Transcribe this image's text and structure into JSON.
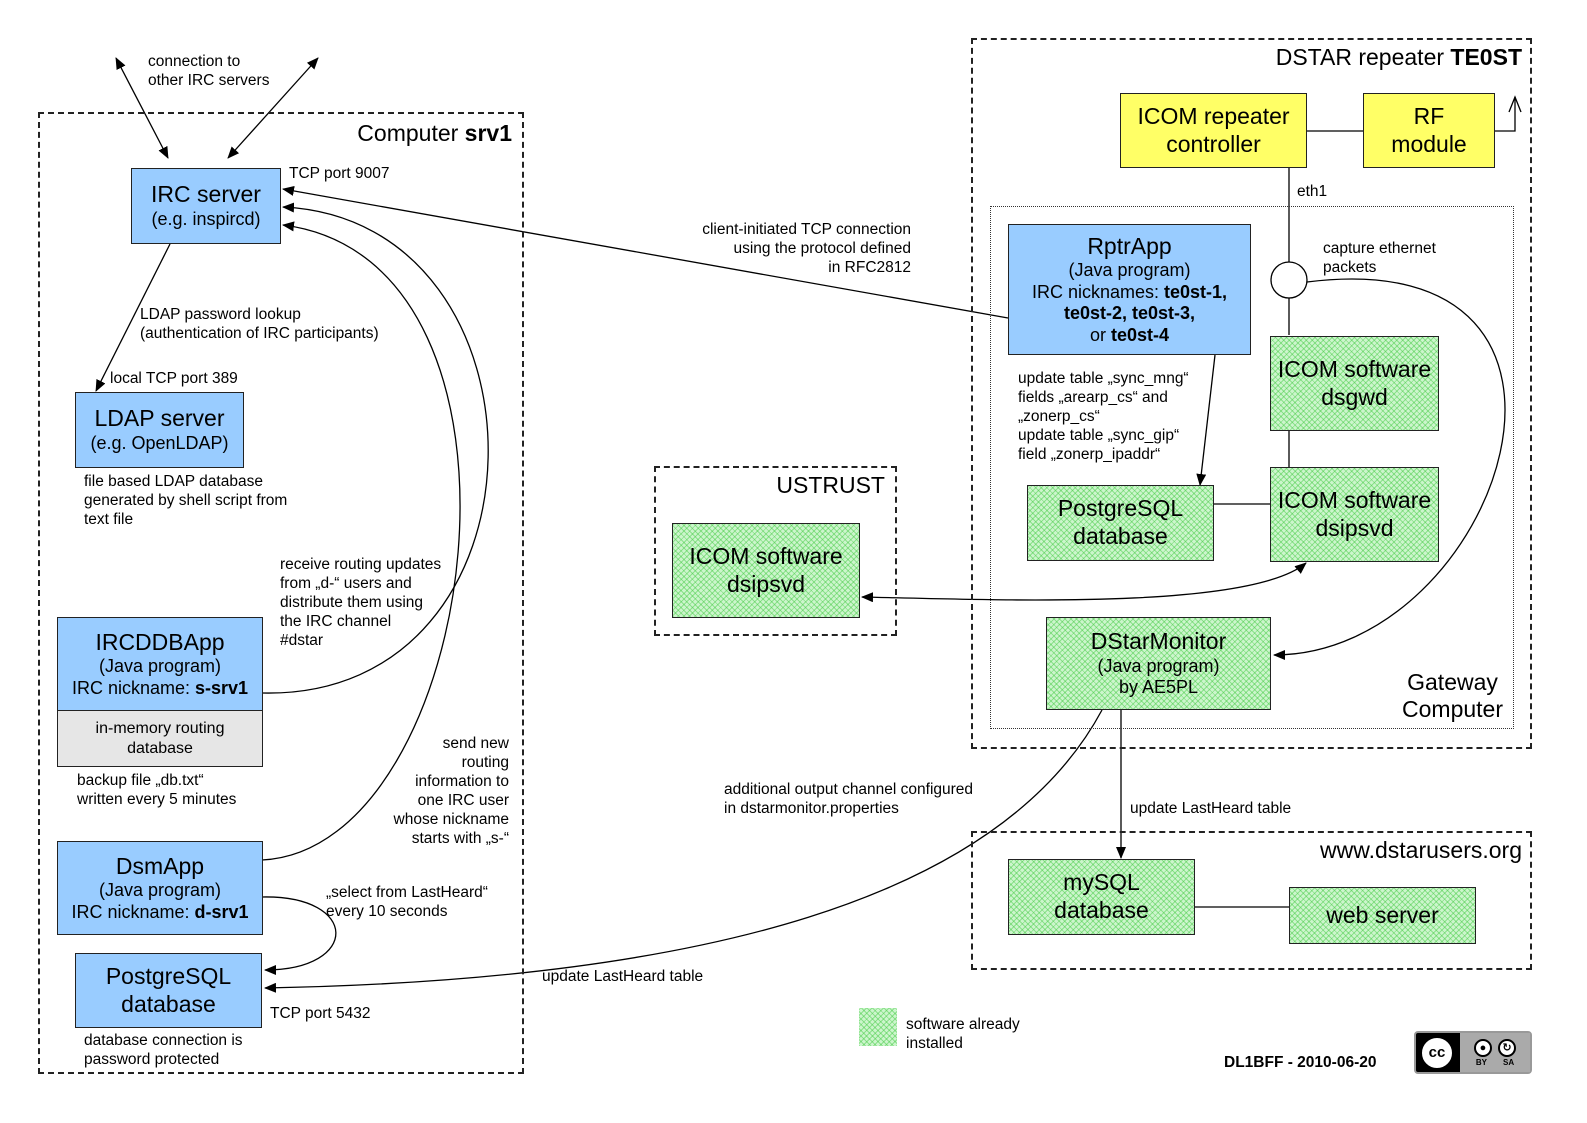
{
  "colors": {
    "blue_box": "#99ccff",
    "yellow_box": "#ffff66",
    "green_box": "#ccf5cc",
    "gray_box": "#e6e6e6"
  },
  "regions": {
    "srv1": {
      "title_prefix": "Computer ",
      "title_bold": "srv1"
    },
    "te0st": {
      "title_prefix": "DSTAR repeater ",
      "title_bold": "TE0ST"
    },
    "gateway": {
      "title_lines": [
        "Gateway",
        "Computer"
      ]
    },
    "ustrust": {
      "title": "USTRUST"
    },
    "dstarusers": {
      "title": "www.dstarusers.org"
    }
  },
  "boxes": {
    "irc_server": [
      "IRC server",
      "(e.g. inspircd)"
    ],
    "ldap_server": [
      "LDAP server",
      "(e.g. OpenLDAP)"
    ],
    "ircddbapp": {
      "title": "IRCDDBApp",
      "sub": "(Java program)",
      "nick_prefix": "IRC nickname: ",
      "nick_bold": "s-srv1"
    },
    "inmemory_db": [
      "in-memory routing",
      "database"
    ],
    "dsmapp": {
      "title": "DsmApp",
      "sub": "(Java program)",
      "nick_prefix": "IRC nickname: ",
      "nick_bold": "d-srv1"
    },
    "postgres_srv1": [
      "PostgreSQL",
      "database"
    ],
    "icom_controller": [
      "ICOM repeater",
      "controller"
    ],
    "rf_module": [
      "RF",
      "module"
    ],
    "rptrapp": {
      "title": "RptrApp",
      "sub": "(Java program)",
      "nick_prefix": "IRC nicknames: ",
      "nick1": "te0st-1,",
      "nick2": "te0st-2, te0st-3,",
      "or_prefix": "or ",
      "nick4": "te0st-4"
    },
    "icom_dsgwd": [
      "ICOM software",
      "dsgwd"
    ],
    "postgres_gw": [
      "PostgreSQL",
      "database"
    ],
    "icom_dsipsvd_gw": [
      "ICOM software",
      "dsipsvd"
    ],
    "icom_dsipsvd_us": [
      "ICOM software",
      "dsipsvd"
    ],
    "dstarmonitor": [
      "DStarMonitor",
      "(Java program)",
      "by AE5PL"
    ],
    "mysql_db": [
      "mySQL",
      "database"
    ],
    "web_server": [
      "web server"
    ]
  },
  "labels": {
    "connection_other": [
      "connection to",
      "other IRC servers"
    ],
    "tcp_9007": "TCP port 9007",
    "ldap_lookup": [
      "LDAP password lookup",
      "(authentication of IRC participants)"
    ],
    "local_tcp_389": "local TCP port 389",
    "ldap_db_note": [
      "file based LDAP database",
      "generated by shell script from",
      "text file"
    ],
    "receive_routing": [
      "receive routing updates",
      "from „d-“ users and",
      "distribute them using",
      "the IRC channel",
      "#dstar"
    ],
    "backup_file": [
      "backup file „db.txt“",
      "written every 5 minutes"
    ],
    "send_new_routing": [
      "send new",
      "routing",
      "information to",
      "one IRC user",
      "whose nickname",
      "starts with „s-“"
    ],
    "select_lastheard": [
      "„select from LastHeard“",
      "every 10 seconds"
    ],
    "tcp_5432": "TCP port 5432",
    "db_password": [
      "database connection is",
      "password protected"
    ],
    "client_initiated": [
      "client-initiated TCP connection",
      "using the protocol defined",
      "in RFC2812"
    ],
    "eth1": "eth1",
    "capture_packets": [
      "capture ethernet",
      "packets"
    ],
    "update_sync": [
      "update table „sync_mng“",
      "fields „arearp_cs“ and",
      "„zonerp_cs“",
      "update table „sync_gip“",
      "field „zonerp_ipaddr“"
    ],
    "additional_output": [
      "additional output channel configured",
      "in dstarmonitor.properties"
    ],
    "update_lastheard_right": "update LastHeard table",
    "update_lastheard_left": "update LastHeard table",
    "legend": [
      "software already",
      "installed"
    ],
    "author": "DL1BFF - 2010-06-20"
  },
  "license_badge": {
    "icon": "creative-commons-by-sa-icon",
    "cc": "cc",
    "by": "BY",
    "sa": "SA"
  }
}
